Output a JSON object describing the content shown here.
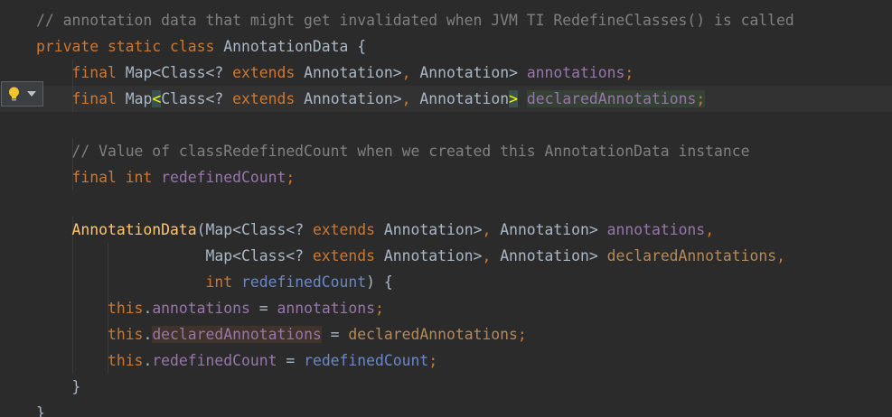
{
  "editor": {
    "language": "java",
    "current_line_index": 3,
    "lines": [
      [
        {
          "t": "// annotation data that might get invalidated when JVM TI RedefineClasses() is called",
          "c": "comment"
        }
      ],
      [
        {
          "t": "private static class ",
          "c": "kw"
        },
        {
          "t": "AnnotationData {",
          "c": "cls"
        }
      ],
      [
        {
          "t": "    "
        },
        {
          "t": "final ",
          "c": "kw"
        },
        {
          "t": "Map<Class<? ",
          "c": "cls"
        },
        {
          "t": "extends ",
          "c": "kw"
        },
        {
          "t": "Annotation>",
          "c": "cls"
        },
        {
          "t": ", ",
          "c": "punct"
        },
        {
          "t": "Annotation> ",
          "c": "cls"
        },
        {
          "t": "annotations",
          "c": "field"
        },
        {
          "t": ";",
          "c": "punct"
        }
      ],
      [
        {
          "t": "    "
        },
        {
          "t": "final ",
          "c": "kw"
        },
        {
          "t": "Map",
          "c": "cls"
        },
        {
          "t": "<",
          "c": "brace-hl"
        },
        {
          "t": "Class<? ",
          "c": "cls"
        },
        {
          "t": "extends ",
          "c": "kw"
        },
        {
          "t": "Annotation>",
          "c": "cls"
        },
        {
          "t": ", ",
          "c": "punct"
        },
        {
          "t": "Annotation",
          "c": "cls"
        },
        {
          "t": ">",
          "c": "brace-hl"
        },
        {
          "t": " "
        },
        {
          "t": "declaredAnnotations",
          "c": "field decl-hl"
        },
        {
          "t": ";",
          "c": "punct decl-hl"
        }
      ],
      [],
      [
        {
          "t": "    "
        },
        {
          "t": "// Value of classRedefinedCount when we created this AnnotationData instance",
          "c": "comment"
        }
      ],
      [
        {
          "t": "    "
        },
        {
          "t": "final int ",
          "c": "kw"
        },
        {
          "t": "redefinedCount",
          "c": "field"
        },
        {
          "t": ";",
          "c": "punct"
        }
      ],
      [],
      [
        {
          "t": "    "
        },
        {
          "t": "AnnotationData",
          "c": "ctor"
        },
        {
          "t": "(Map<Class<? ",
          "c": "cls"
        },
        {
          "t": "extends ",
          "c": "kw"
        },
        {
          "t": "Annotation>",
          "c": "cls"
        },
        {
          "t": ", ",
          "c": "punct"
        },
        {
          "t": "Annotation> ",
          "c": "cls"
        },
        {
          "t": "annotations",
          "c": "field"
        },
        {
          "t": ",",
          "c": "punct"
        }
      ],
      [
        {
          "t": "                   "
        },
        {
          "t": "Map<Class<? ",
          "c": "cls"
        },
        {
          "t": "extends ",
          "c": "kw"
        },
        {
          "t": "Annotation>",
          "c": "cls"
        },
        {
          "t": ", ",
          "c": "punct"
        },
        {
          "t": "Annotation> ",
          "c": "cls"
        },
        {
          "t": "declaredAnnotations",
          "c": "param"
        },
        {
          "t": ",",
          "c": "punct"
        }
      ],
      [
        {
          "t": "                   "
        },
        {
          "t": "int ",
          "c": "kw"
        },
        {
          "t": "redefinedCount",
          "c": "param-unused"
        },
        {
          "t": ") {",
          "c": "cls"
        }
      ],
      [
        {
          "t": "        "
        },
        {
          "t": "this",
          "c": "kw"
        },
        {
          "t": ".",
          "c": "cls"
        },
        {
          "t": "annotations",
          "c": "field"
        },
        {
          "t": " = ",
          "c": "cls"
        },
        {
          "t": "annotations",
          "c": "field"
        },
        {
          "t": ";",
          "c": "punct"
        }
      ],
      [
        {
          "t": "        "
        },
        {
          "t": "this",
          "c": "kw"
        },
        {
          "t": ".",
          "c": "cls"
        },
        {
          "t": "declaredAnnotations",
          "c": "field usage-hl"
        },
        {
          "t": " = ",
          "c": "cls"
        },
        {
          "t": "declaredAnnotations",
          "c": "param"
        },
        {
          "t": ";",
          "c": "punct"
        }
      ],
      [
        {
          "t": "        "
        },
        {
          "t": "this",
          "c": "kw"
        },
        {
          "t": ".",
          "c": "cls"
        },
        {
          "t": "redefinedCount",
          "c": "field"
        },
        {
          "t": " = ",
          "c": "cls"
        },
        {
          "t": "redefinedCount",
          "c": "param-unused"
        },
        {
          "t": ";",
          "c": "punct"
        }
      ],
      [
        {
          "t": "    }",
          "c": "cls"
        }
      ],
      [
        {
          "t": "}",
          "c": "cls"
        }
      ]
    ]
  },
  "gutter": {
    "intention_icon": "lightbulb-icon",
    "dropdown_icon": "chevron-down-icon"
  },
  "colors": {
    "background": "#2b2b2b",
    "current_line": "#323232",
    "keyword": "#cc7832",
    "comment": "#808080",
    "field": "#9876aa",
    "constructor": "#ffc66d",
    "parameter": "#b38a5c",
    "unused_parameter": "#6a88c8",
    "brace_match": "#fbff00"
  }
}
